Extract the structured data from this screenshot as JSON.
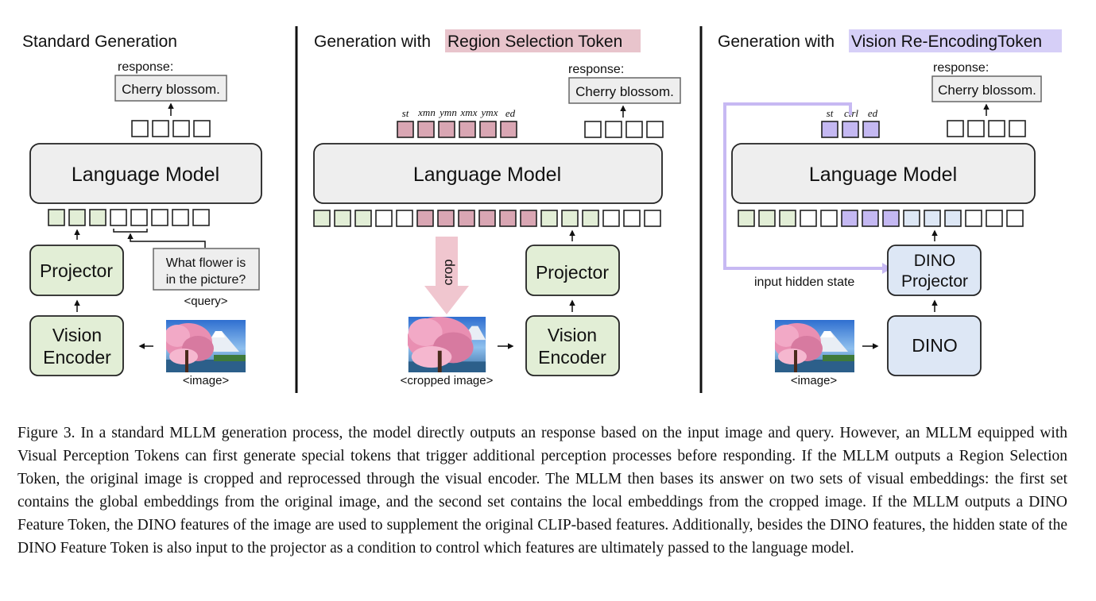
{
  "colors": {
    "box_gray": "#eeeeee",
    "projector_green": "#e2eed6",
    "dino_blue": "#dde7f5",
    "token_green": "#e2eed6",
    "token_pink": "#d9a6b3",
    "token_purple": "#c4b8f2",
    "token_blue": "#dde7f5",
    "highlight_pink": "#e8c4cc",
    "highlight_purple": "#d6cff7",
    "crop_arrow": "#f0c6cf",
    "hidden_arrow": "#c7b9f3"
  },
  "panel1": {
    "title": "Standard Generation",
    "response_label": "response:",
    "response_text": "Cherry blossom.",
    "lm_label": "Language Model",
    "projector_label": "Projector",
    "encoder_line1": "Vision",
    "encoder_line2": "Encoder",
    "query_line1": "What flower is",
    "query_line2": "in the picture?",
    "query_tag": "<query>",
    "image_tag": "<image>"
  },
  "panel2": {
    "title_prefix": "Generation with ",
    "title_highlight": "Region Selection Token",
    "response_label": "response:",
    "response_text": "Cherry blossom.",
    "lm_label": "Language Model",
    "projector_label": "Projector",
    "encoder_line1": "Vision",
    "encoder_line2": "Encoder",
    "crop_label": "crop",
    "image_tag": "<cropped image>",
    "token_labels": [
      "st",
      "xmn",
      "ymn",
      "xmx",
      "ymx",
      "ed"
    ]
  },
  "panel3": {
    "title_prefix": "Generation with ",
    "title_highlight": "Vision Re-EncodingToken",
    "response_label": "response:",
    "response_text": "Cherry blossom.",
    "lm_label": "Language Model",
    "projector_line1": "DINO",
    "projector_line2": "Projector",
    "dino_label": "DINO",
    "hidden_state_label": "input hidden state",
    "image_tag": "<image>",
    "token_labels": [
      "st",
      "ctrl",
      "ed"
    ]
  },
  "caption": "Figure 3. In a standard MLLM generation process, the model directly outputs an response based on the input image and query. However, an MLLM equipped with Visual Perception Tokens can first generate special tokens that trigger additional perception processes before responding. If the MLLM outputs a Region Selection Token, the original image is cropped and reprocessed through the visual encoder. The MLLM then bases its answer on two sets of visual embeddings: the first set contains the global embeddings from the original image, and the second set contains the local embeddings from the cropped image. If the MLLM outputs a DINO Feature Token, the DINO features of the image are used to supplement the original CLIP-based features. Additionally, besides the DINO features, the hidden state of the DINO Feature Token is also input to the projector as a condition to control which features are ultimately passed to the language model."
}
